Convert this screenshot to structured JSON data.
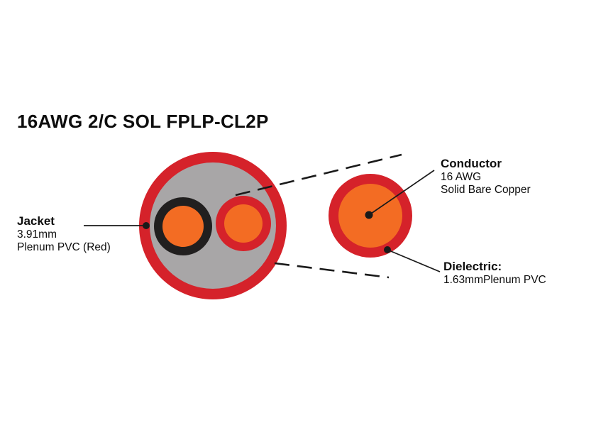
{
  "title": "16AWG 2/C SOL FPLP-CL2P",
  "labels": {
    "jacket": {
      "heading": "Jacket",
      "size": "3.91mm",
      "material": "Plenum PVC (Red)"
    },
    "conductor": {
      "heading": "Conductor",
      "gauge": "16 AWG",
      "material": "Solid Bare Copper"
    },
    "dielectric": {
      "heading": "Dielectric:",
      "spec": "1.63mmPlenum PVC"
    }
  },
  "colors": {
    "jacket_red": "#d5222a",
    "copper_orange": "#f36c23",
    "filler_gray": "#a8a6a7",
    "insulation_black": "#211f1f",
    "line_black": "#1a1a1a",
    "background": "#ffffff",
    "text": "#0d0d0d"
  }
}
